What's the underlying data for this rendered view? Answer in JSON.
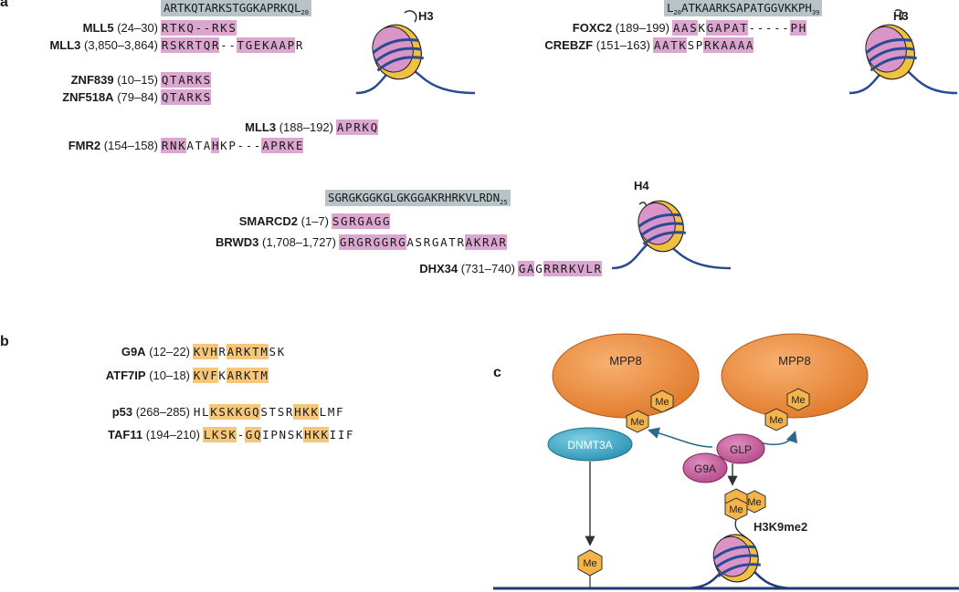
{
  "panels": {
    "a": "a",
    "b": "b",
    "c": "c"
  },
  "panel_a": {
    "h3_left": {
      "pre": "ARTKQTARKSTGGKAPRKQL",
      "sub": "20",
      "tag": "H3"
    },
    "h3_right": {
      "pre": "L",
      "sub1": "20",
      "mid": "ATKAARKSAPATGGVKKPH",
      "sub2": "39",
      "tag": "H3"
    },
    "h4": {
      "pre": "SGRGKGGKGLGKGGAKRHRKVLRDN",
      "sub": "25",
      "tag": "H4"
    },
    "rows": [
      {
        "id": "mll5",
        "name": "MLL5",
        "range": "(24–30)",
        "seq": "RTKQ--RKS",
        "mask": "ppppppppp"
      },
      {
        "id": "mll3a",
        "name": "MLL3",
        "range": "(3,850–3,864)",
        "seq": "RSKRTQR--TGEKAAPR",
        "mask": "ppppppp..ppppppp."
      },
      {
        "id": "znf839",
        "name": "ZNF839",
        "range": "(10–15)",
        "seq": "QTARKS",
        "mask": "pppppp"
      },
      {
        "id": "znf518a",
        "name": "ZNF518A",
        "range": "(79–84)",
        "seq": "QTARKS",
        "mask": "pppppp"
      },
      {
        "id": "mll3b",
        "name": "MLL3",
        "range": "(188–192)",
        "seq": "APRKQ",
        "mask": "ppppp"
      },
      {
        "id": "fmr2",
        "name": "FMR2",
        "range": "(154–158)",
        "seq": "RNKATAHKP---APRKE",
        "mask": "ppp...p.....ppppp"
      },
      {
        "id": "foxc2",
        "name": "FOXC2",
        "range": "(189–199)",
        "seq": "AASKGAPAT-----PH",
        "mask": "ppp.ppppp.....pp"
      },
      {
        "id": "crebzf",
        "name": "CREBZF",
        "range": "(151–163)",
        "seq": "AATKSPRKAAAA",
        "mask": "pppp..pppppp"
      },
      {
        "id": "smarcd2",
        "name": "SMARCD2",
        "range": "(1–7)",
        "seq": "SGRGAGG",
        "mask": "ppppppp"
      },
      {
        "id": "brwd3",
        "name": "BRWD3",
        "range": "(1,708–1,727)",
        "seq": "GRGRGGRGASRGATRAKRAR",
        "mask": "pppppppp.......ppppp"
      },
      {
        "id": "dhx34",
        "name": "DHX34",
        "range": "(731–740)",
        "seq": "GAGRRRKVLR",
        "mask": "pp.ppppppp"
      }
    ]
  },
  "panel_b": {
    "rows": [
      {
        "id": "g9a",
        "name": "G9A",
        "range": "(12–22)",
        "seq": "KVHRARKTMSK",
        "mask": "ooo.ooooo.."
      },
      {
        "id": "atf7ip",
        "name": "ATF7IP",
        "range": "(10–18)",
        "seq": "KVFKARKTM",
        "mask": "ooo.ooooo"
      },
      {
        "id": "p53",
        "name": "p53",
        "range": "(268–285)",
        "seq": "HLKSKKGQSTSRHKKLMF",
        "mask": "..oooooo....ooo..."
      },
      {
        "id": "taf11",
        "name": "TAF11",
        "range": "(194–210)",
        "seq": "LKSK-GQIPNSKHKKIIF",
        "mask": "oooo.oo.....ooo..."
      }
    ]
  },
  "panel_c": {
    "mpp8_left": "MPP8",
    "mpp8_right": "MPP8",
    "dnmt3a": "DNMT3A",
    "glp": "GLP",
    "g9a": "G9A",
    "me": "Me",
    "h3k9": "H3K9me2",
    "colors": {
      "mpp8": "#ee8a3c",
      "dnmt3a": "#3aa8c4",
      "glp": "#c8609e",
      "me": "#f4b44a",
      "dna": "#1f3b7a"
    }
  }
}
